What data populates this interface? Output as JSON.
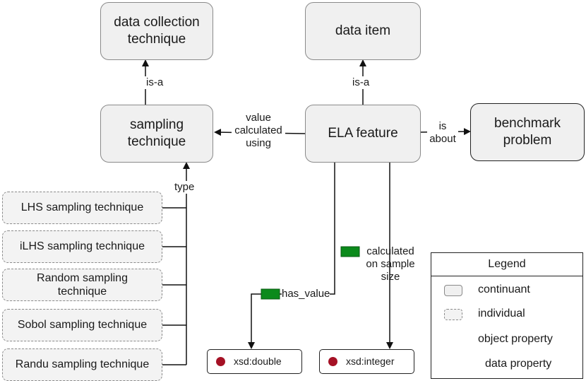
{
  "nodes": {
    "data_collection_technique": "data collection technique",
    "data_item": "data item",
    "sampling_technique": "sampling technique",
    "ela_feature": "ELA feature",
    "benchmark_problem": "benchmark problem"
  },
  "individuals": [
    "LHS sampling technique",
    "iLHS sampling technique",
    "Random sampling technique",
    "Sobol sampling technique",
    "Randu sampling technique"
  ],
  "literals": {
    "double": "xsd:double",
    "integer": "xsd:integer"
  },
  "edge_labels": {
    "is_a_left": "is-a",
    "is_a_right": "is-a",
    "value_calculated_using": "value calculated using",
    "is_about": "is about",
    "type": "type",
    "has_value": "has_value",
    "calculated_on_sample_size": "calculated on sample size"
  },
  "legend": {
    "title": "Legend",
    "continuant": "continuant",
    "individual": "individual",
    "object_property": "object property",
    "data_property": "data property"
  },
  "colors": {
    "data_property_green": "#0b8a1b",
    "literal_dot_red": "#a51125",
    "node_fill": "#f0f0f0"
  }
}
